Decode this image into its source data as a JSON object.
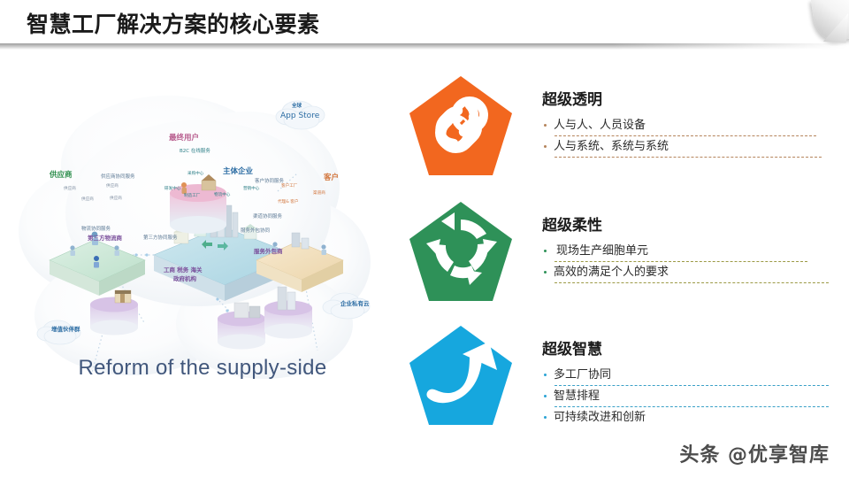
{
  "header": {
    "title": "智慧工厂解决方案的核心要素"
  },
  "diagram": {
    "caption": "Reform of the supply-side",
    "clouds": [
      {
        "label": "全球",
        "sub": "App Store"
      },
      {
        "label": "企业私有云",
        "sub": ""
      },
      {
        "label": "增值伙伴群",
        "sub": ""
      }
    ],
    "nodes": [
      {
        "label": "供应商",
        "color": "#2f8f4e"
      },
      {
        "label": "最终用户",
        "color": "#b85d8e"
      },
      {
        "label": "主体企业",
        "color": "#2b6ca3"
      },
      {
        "label": "客户",
        "color": "#d2743a"
      },
      {
        "label": "第三方物流商",
        "color": "#7a4f9b"
      },
      {
        "label": "工商 税务 海关",
        "color": "#7a4f9b"
      },
      {
        "label": "政府机构",
        "color": "#7a4f9b"
      },
      {
        "label": "服务外包商",
        "color": "#7a4f9b"
      }
    ],
    "links": [
      "供应商协同服务",
      "客户协同服务",
      "物流协同服务",
      "第三方协同服务",
      "渠道协同服务",
      "服务外包协同",
      "B2C 在线服务"
    ],
    "sub_nodes": [
      "供应商",
      "供应商",
      "供应商",
      "供应商",
      "研发中心",
      "采购中心",
      "制造工厂",
      "物流中心",
      "营销中心",
      "客户工厂",
      "渠道商",
      "代理& 客户"
    ]
  },
  "panel": {
    "blocks": [
      {
        "icon": "chain-link-icon",
        "color": "#f2671f",
        "title": "超级透明",
        "bullets": [
          "人与人、人员设备",
          "人与系统、系统与系统"
        ]
      },
      {
        "icon": "recycle-arrows-icon",
        "color": "#2e9158",
        "title": "超级柔性",
        "bullets": [
          "现场生产细胞单元",
          "高效的满足个人的要求"
        ]
      },
      {
        "icon": "curved-up-arrow-icon",
        "color": "#16a7de",
        "title": "超级智慧",
        "bullets": [
          "多工厂协同",
          "智慧排程",
          "可持续改进和创新"
        ]
      }
    ]
  },
  "watermark": {
    "text": "头条 @优享智库"
  }
}
